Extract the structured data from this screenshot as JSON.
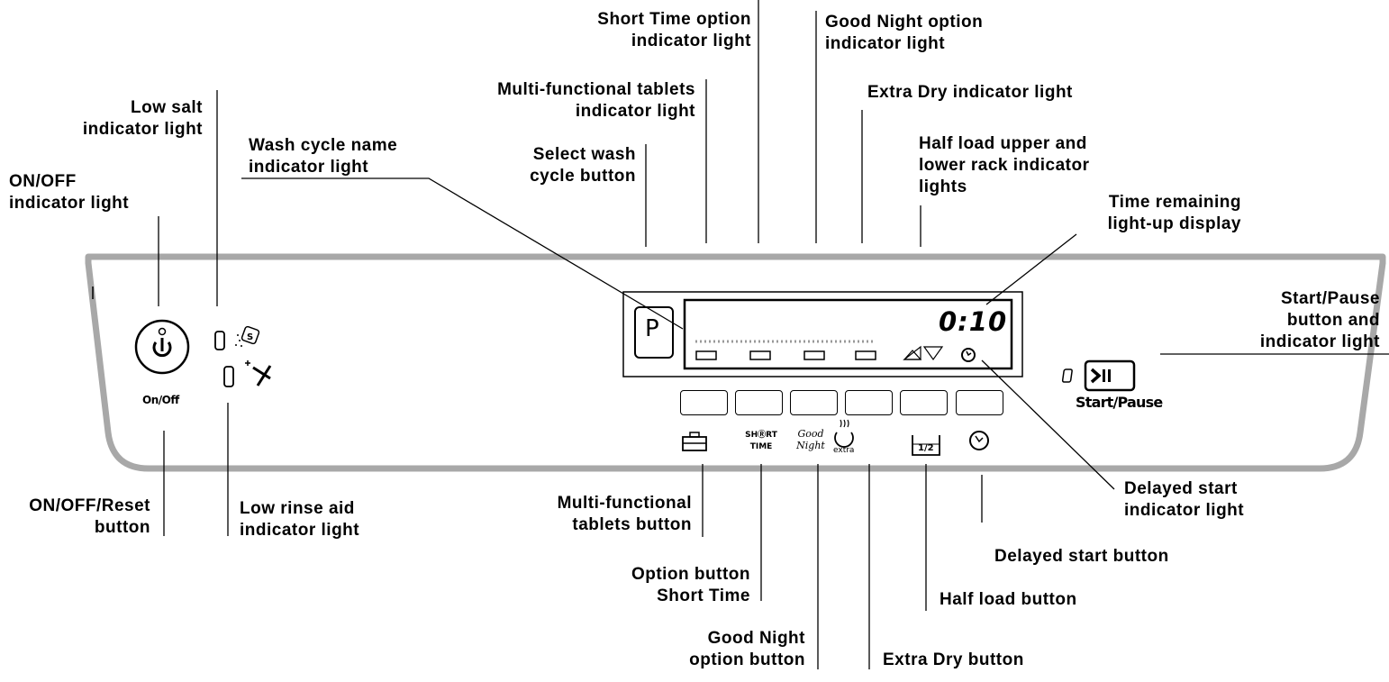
{
  "labels": {
    "short_time_light": [
      "Short Time option",
      "indicator light"
    ],
    "good_night_light": [
      "Good Night option",
      "indicator light"
    ],
    "multi_tab_light": [
      "Multi-functional tablets",
      "indicator light"
    ],
    "extra_dry_light": [
      "Extra Dry indicator light"
    ],
    "low_salt": [
      "Low salt",
      "indicator light"
    ],
    "wash_cycle_name": [
      "Wash cycle name",
      "indicator light"
    ],
    "select_wash": [
      "Select wash",
      "cycle button"
    ],
    "half_load_lights": [
      "Half load upper and",
      "lower rack indicator",
      "lights"
    ],
    "on_off_light": [
      "ON/OFF",
      "indicator light"
    ],
    "time_remaining": [
      "Time remaining",
      "light-up display"
    ],
    "start_pause_light": [
      "Start/Pause",
      "button and",
      "indicator light"
    ],
    "delayed_start_light": [
      "Delayed start",
      "indicator light"
    ],
    "on_off_reset": [
      "ON/OFF/Reset",
      "button"
    ],
    "low_rinse": [
      "Low rinse aid",
      "indicator light"
    ],
    "multi_tab_button": [
      "Multi-functional",
      "tablets button"
    ],
    "delayed_start_button": [
      "Delayed start button"
    ],
    "short_time_button": [
      "Option button",
      "Short Time"
    ],
    "half_load_button": [
      "Half load button"
    ],
    "good_night_button": [
      "Good Night",
      "option button"
    ],
    "extra_dry_button": [
      "Extra Dry button"
    ]
  },
  "panel": {
    "on_off_caption": "On/Off",
    "start_pause_caption": "Start/Pause",
    "program_button": "P",
    "time_display": "0:10",
    "short_time_top": "SHⓇRT",
    "short_time_bottom": "TIME",
    "good_night_top": "Good",
    "good_night_bottom": "Night",
    "extra_caption": "extra",
    "half_caption": "1/2"
  },
  "colors": {
    "panel_outline": "#a8a8a8",
    "ink": "#000000"
  },
  "icons": [
    "power-icon",
    "salt-icon",
    "rinse-aid-icon",
    "tablet-icon",
    "short-time-icon",
    "good-night-icon",
    "extra-dry-icon",
    "half-load-icon",
    "delay-clock-icon",
    "half-load-arrows-icon",
    "start-pause-icon"
  ]
}
